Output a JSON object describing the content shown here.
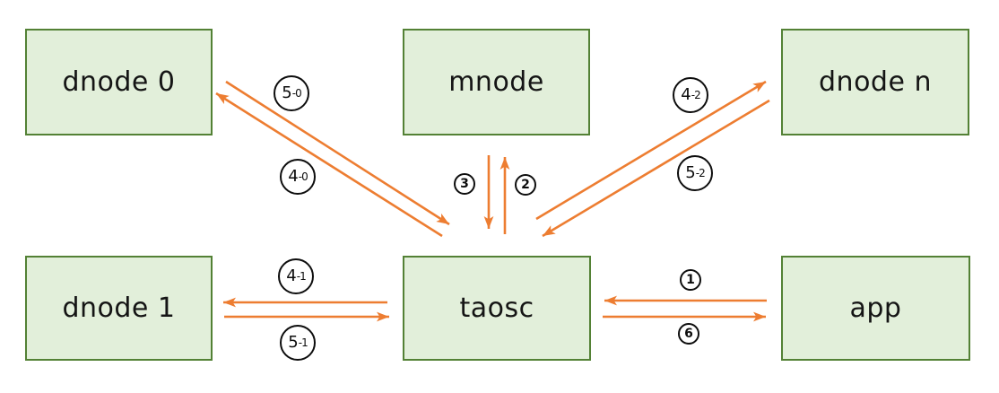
{
  "colors": {
    "arrow": "#ED7D31",
    "node_fill": "#E2EFDA",
    "node_border": "#538135",
    "label_ink": "#0D0D0D",
    "background": "#FFFFFF"
  },
  "nodes": [
    {
      "id": "dnode-0",
      "label": "dnode 0"
    },
    {
      "id": "mnode",
      "label": "mnode"
    },
    {
      "id": "dnode-n",
      "label": "dnode n"
    },
    {
      "id": "dnode-1",
      "label": "dnode 1"
    },
    {
      "id": "taosc",
      "label": "taosc"
    },
    {
      "id": "app",
      "label": "app"
    }
  ],
  "edges": [
    {
      "label": "1",
      "main": "1",
      "suffix": "",
      "from": "app",
      "to": "taosc"
    },
    {
      "label": "6",
      "main": "6",
      "suffix": "",
      "from": "taosc",
      "to": "app"
    },
    {
      "label": "2",
      "main": "2",
      "suffix": "",
      "from": "taosc",
      "to": "mnode"
    },
    {
      "label": "3",
      "main": "3",
      "suffix": "",
      "from": "mnode",
      "to": "taosc"
    },
    {
      "label": "5-0",
      "main": "5",
      "suffix": "-0",
      "from": "dnode 0",
      "to": "taosc"
    },
    {
      "label": "4-0",
      "main": "4",
      "suffix": "-0",
      "from": "taosc",
      "to": "dnode 0"
    },
    {
      "label": "4-1",
      "main": "4",
      "suffix": "-1",
      "from": "taosc",
      "to": "dnode 1"
    },
    {
      "label": "5-1",
      "main": "5",
      "suffix": "-1",
      "from": "dnode 1",
      "to": "taosc"
    },
    {
      "label": "4-2",
      "main": "4",
      "suffix": "-2",
      "from": "taosc",
      "to": "dnode n"
    },
    {
      "label": "5-2",
      "main": "5",
      "suffix": "-2",
      "from": "dnode n",
      "to": "taosc"
    }
  ]
}
